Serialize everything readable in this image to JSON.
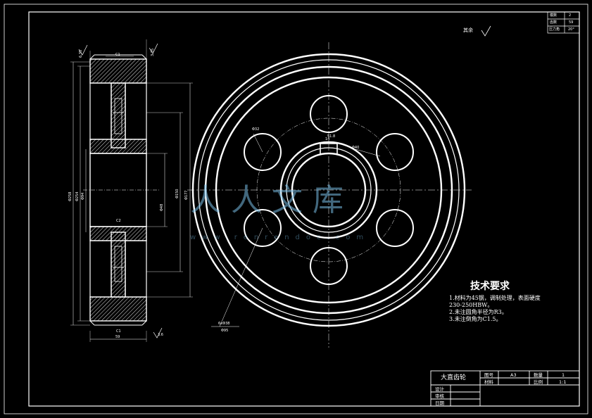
{
  "side_view": {
    "top_dim": "C1",
    "left_top_dim": "6.35",
    "right_top_dim": "3.35",
    "bottom_dim_small": "C1",
    "bottom_dim_width": "59",
    "bottom_right_dim": "3.6",
    "hub_chamfer": "C2",
    "dia_outer": "Φ258",
    "dia_root": "Φ254",
    "dia_bore_left": "Φ94",
    "dia_rim_inner": "Φ150",
    "dia_hub": "Φ177",
    "dia_bore": "Φ48"
  },
  "front_view": {
    "hole_label": "Φ32",
    "keyway_label": "Φ40",
    "key_width": "14",
    "pcd_label": "6xΦ38",
    "pcd_sub": "Φ95",
    "key_depth": "51.8"
  },
  "surface_note": "其余",
  "tech_req": {
    "title": "技术要求",
    "items": [
      "1.材料为45钢，调制处理，表面硬度",
      "230-250HBW。",
      "2.未注圆角半径为R3。",
      "3.未注倒角为C1.5。"
    ]
  },
  "param_table": [
    {
      "label": "模数",
      "value": "2"
    },
    {
      "label": "齿数",
      "value": "59"
    },
    {
      "label": "压力角",
      "value": "20°"
    }
  ],
  "title_block": {
    "part_name": "大直齿轮",
    "drawing_no_label": "图号",
    "drawing_no": "A3",
    "qty_label": "数量",
    "qty": "1",
    "material_label": "材料",
    "scale_label": "比例",
    "scale": "1:1",
    "designer_label": "设计",
    "reviewer_label": "审核",
    "date_label": "日期"
  },
  "watermark": {
    "text": "人人文库",
    "url": "www.renrendoc.com"
  }
}
